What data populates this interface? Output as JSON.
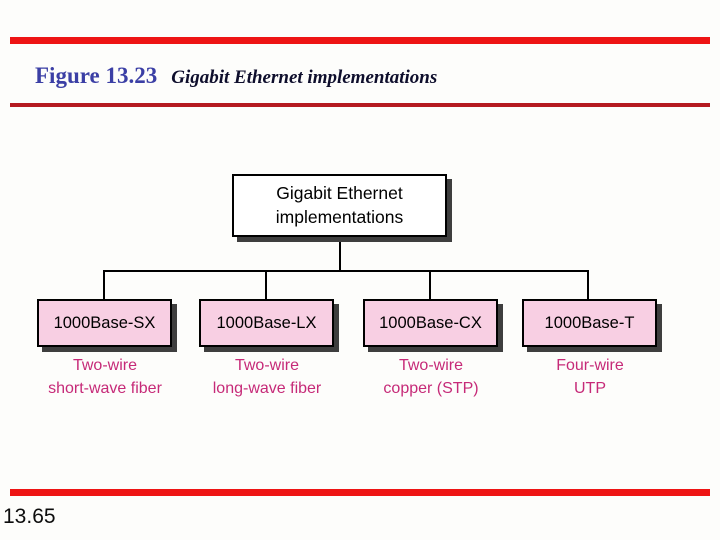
{
  "colors": {
    "accent_bar_red": "#ee1414",
    "thin_rule_red": "#b51b20",
    "figure_label_blue": "#3b3fa5",
    "caption_dark_navy": "#0e0e2c",
    "node_fill_pink": "#f8cfe3",
    "node_shadow_gray": "#3e3e3e",
    "description_magenta": "#c62a78"
  },
  "header": {
    "figure_label": "Figure 13.23",
    "figure_caption": "Gigabit Ethernet implementations"
  },
  "diagram": {
    "type": "tree",
    "root": {
      "line1": "Gigabit Ethernet",
      "line2": "implementations"
    },
    "children": [
      {
        "name": "1000Base-SX",
        "desc_line1": "Two-wire",
        "desc_line2": "short-wave fiber"
      },
      {
        "name": "1000Base-LX",
        "desc_line1": "Two-wire",
        "desc_line2": "long-wave fiber"
      },
      {
        "name": "1000Base-CX",
        "desc_line1": "Two-wire",
        "desc_line2": "copper (STP)"
      },
      {
        "name": "1000Base-T",
        "desc_line1": "Four-wire",
        "desc_line2": "UTP"
      }
    ]
  },
  "footer": {
    "page_number": "13.65"
  }
}
